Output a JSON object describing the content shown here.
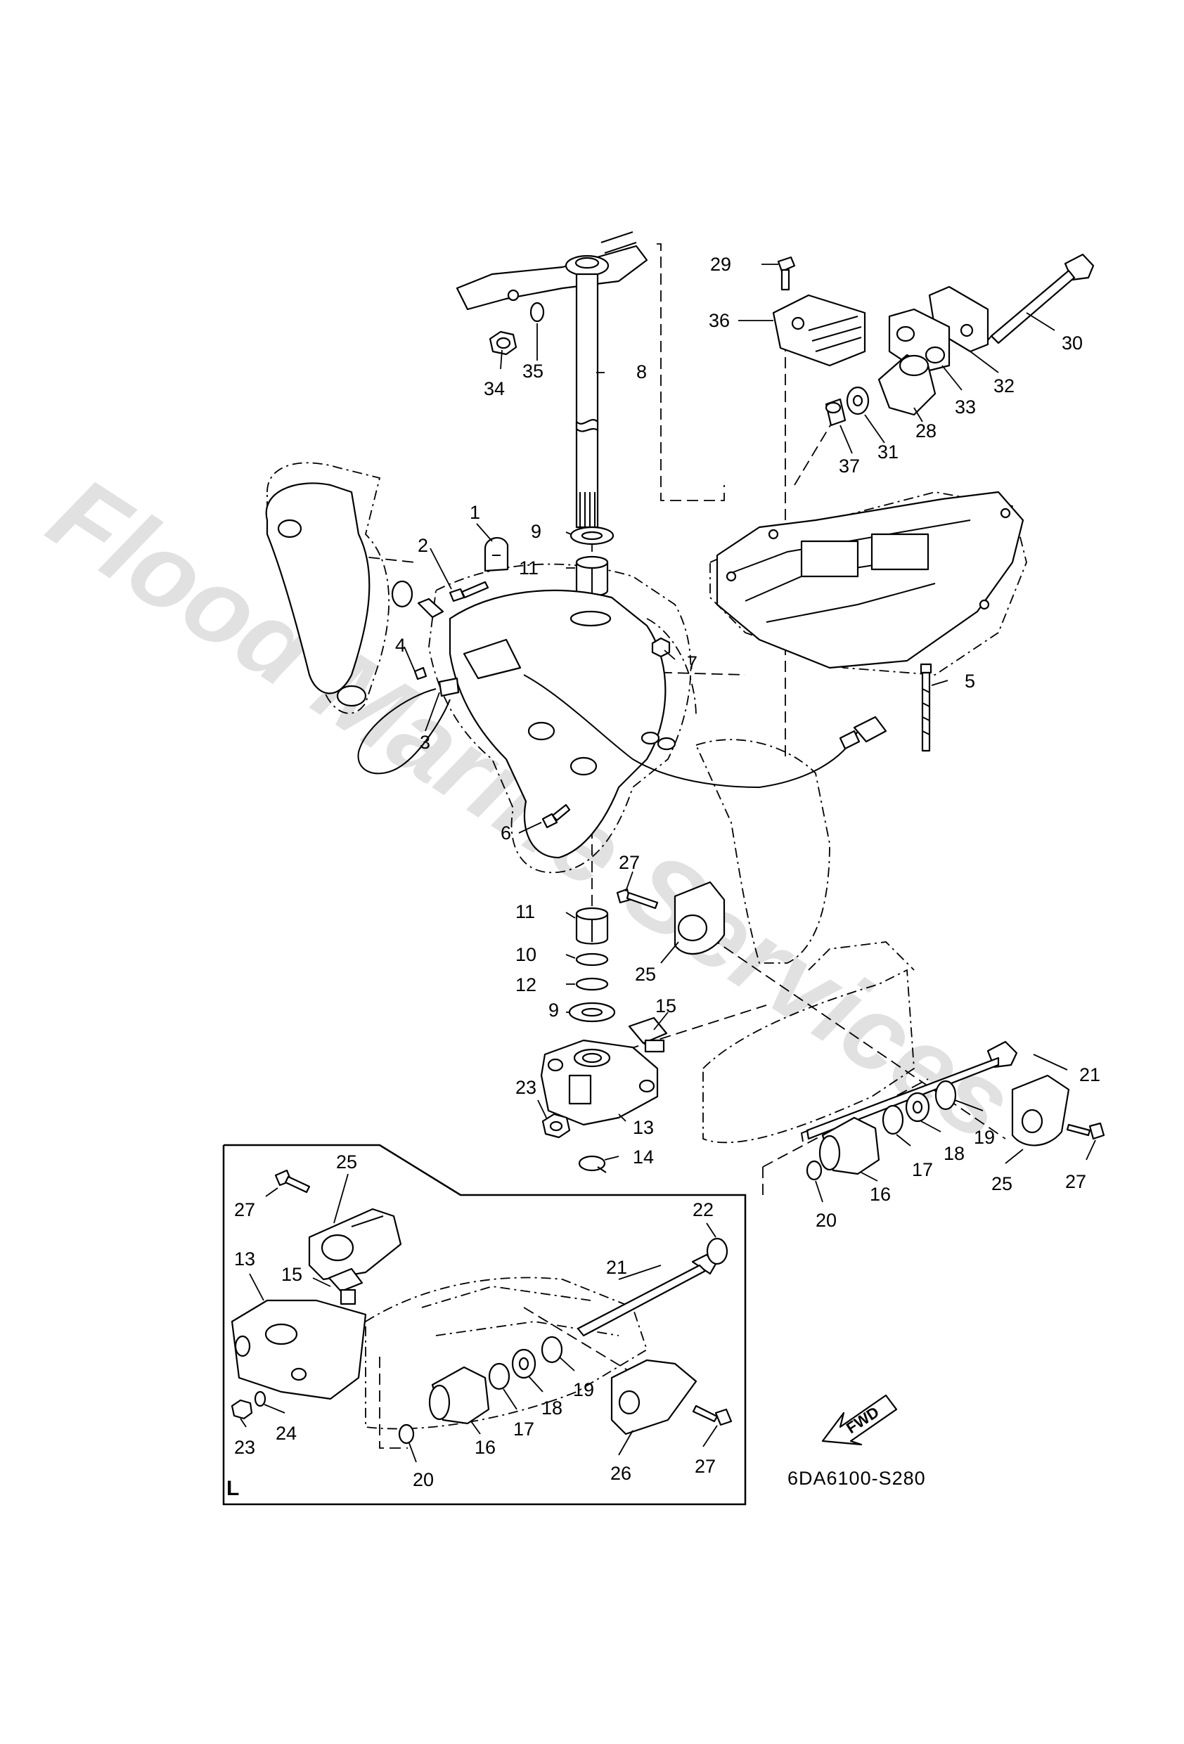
{
  "watermark": "Flood Marine Services",
  "diagram_code": "6DA6100-S280",
  "fwd_label": "FWD",
  "inset_label": "L",
  "callouts": {
    "p1": "1",
    "p2": "2",
    "p3": "3",
    "p4": "4",
    "p5": "5",
    "p6": "6",
    "p7": "7",
    "p8": "8",
    "p9a": "9",
    "p9b": "9",
    "p10": "10",
    "p11a": "11",
    "p11b": "11",
    "p12": "12",
    "p13": "13",
    "p14": "14",
    "p15": "15",
    "p16": "16",
    "p17": "17",
    "p18": "18",
    "p19": "19",
    "p20": "20",
    "p21": "21",
    "p23": "23",
    "p25a": "25",
    "p25b": "25",
    "p27a": "27",
    "p27b": "27",
    "p28": "28",
    "p29": "29",
    "p30": "30",
    "p31": "31",
    "p32": "32",
    "p33": "33",
    "p34": "34",
    "p35": "35",
    "p36": "36",
    "p37": "37",
    "i13": "13",
    "i15": "15",
    "i16": "16",
    "i17": "17",
    "i18": "18",
    "i19": "19",
    "i20": "20",
    "i21": "21",
    "i22": "22",
    "i23": "23",
    "i24": "24",
    "i25": "25",
    "i26": "26",
    "i27a": "27",
    "i27b": "27"
  }
}
